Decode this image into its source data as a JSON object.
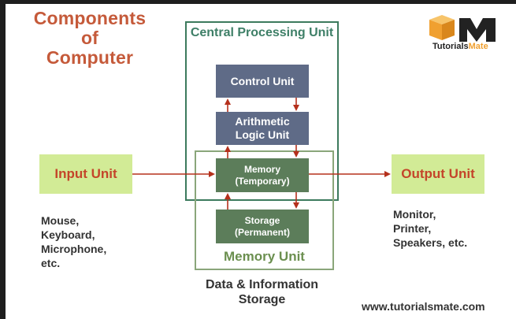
{
  "title": [
    "Components",
    "of",
    "Computer"
  ],
  "logo": {
    "brand_main": "Tutorials",
    "brand_accent": "Mate"
  },
  "cpu": {
    "title": "Central Processing Unit"
  },
  "units": {
    "control": "Control Unit",
    "alu": "Arithmetic Logic Unit",
    "memory_temp": "Memory (Temporary)",
    "storage_perm": "Storage (Permanent)",
    "input": "Input Unit",
    "output": "Output Unit"
  },
  "memory_unit": {
    "title": "Memory Unit"
  },
  "input_examples": "Mouse,\nKeyboard,\nMicrophone,\netc.",
  "output_examples": "Monitor,\nPrinter,\nSpeakers, etc.",
  "storage_caption": "Data & Information Storage",
  "website": "www.tutorialsmate.com",
  "colors": {
    "title": "#c55a3a",
    "cpu_border": "#3c7a5d",
    "memory_border": "#8aa67a",
    "block_slate": "#5f6b87",
    "block_green": "#5c7d5a",
    "io_fill": "#d2eb96",
    "io_text": "#c4452a",
    "arrow": "#b5301c",
    "logo_orange": "#f0a030"
  }
}
